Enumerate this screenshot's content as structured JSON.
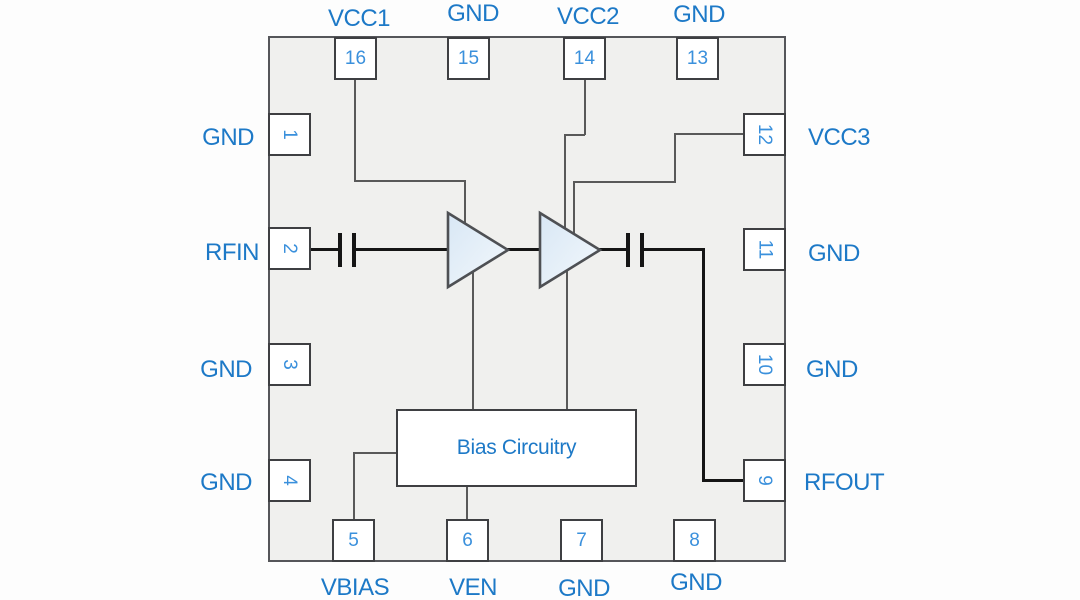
{
  "diagram": {
    "type": "ic-functional-block-diagram",
    "blocks": {
      "bias_label": "Bias Circuitry"
    },
    "icons": {
      "amplifier": "right-pointing-triangle",
      "capacitor": "two-parallel-plates"
    },
    "colors": {
      "port_label_blue": "#1d79c7",
      "pin_number_blue": "#3a90dc",
      "wire_gray": "#595959",
      "signal_black": "#151515",
      "chip_fill": "#f0f0ee",
      "chip_border": "#55565a",
      "amp_fill_light": "#f3f8fc",
      "amp_fill_dark": "#d8e7f5"
    }
  },
  "pins": {
    "top": [
      {
        "num": "16",
        "label": "VCC1"
      },
      {
        "num": "15",
        "label": "GND"
      },
      {
        "num": "14",
        "label": "VCC2"
      },
      {
        "num": "13",
        "label": "GND"
      }
    ],
    "left": [
      {
        "num": "1",
        "label": "GND"
      },
      {
        "num": "2",
        "label": "RFIN"
      },
      {
        "num": "3",
        "label": "GND"
      },
      {
        "num": "4",
        "label": "GND"
      }
    ],
    "right": [
      {
        "num": "12",
        "label": "VCC3"
      },
      {
        "num": "11",
        "label": "GND"
      },
      {
        "num": "10",
        "label": "GND"
      },
      {
        "num": "9",
        "label": "RFOUT"
      }
    ],
    "bottom": [
      {
        "num": "5",
        "label": "VBIAS"
      },
      {
        "num": "6",
        "label": "VEN"
      },
      {
        "num": "7",
        "label": "GND"
      },
      {
        "num": "8",
        "label": "GND"
      }
    ]
  }
}
